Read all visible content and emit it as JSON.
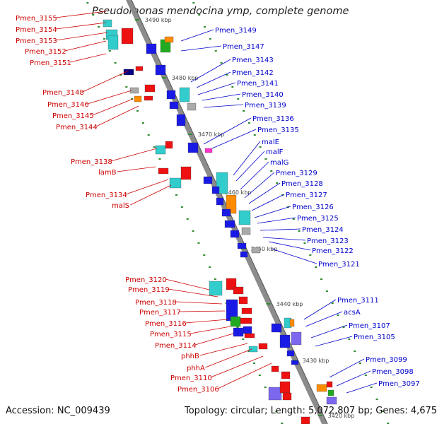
{
  "title": "Pseudomonas mendocina ymp, complete genome",
  "accession": "Accession: NC_009439",
  "topology": "Topology: circular; Length: 5,072,807 bp; Genes: 4,675",
  "colors": {
    "backbone": "#8c8c8c",
    "dots": "#2e8b2e",
    "left_label": "#cc0000",
    "right_label": "#0000cc",
    "red": "#ee1111",
    "blue": "#1a1ae6",
    "cyan": "#33cccc",
    "orange": "#ff8c00",
    "navy": "#000080",
    "magenta": "#ff33cc",
    "purple": "#7b68ee",
    "green": "#22aa22",
    "gray": "#a9a9a9"
  },
  "kbp_ticks": [
    "3490 kbp",
    "3480 kbp",
    "3470 kbp",
    "3460 kbp",
    "3450 kbp",
    "3440 kbp",
    "3430 kbp",
    "3420 kbp"
  ],
  "left_labels": [
    "Pmen_3155",
    "Pmen_3154",
    "Pmen_3153",
    "Pmen_3152",
    "Pmen_3151",
    "Pmen_3148",
    "Pmen_3146",
    "Pmen_3145",
    "Pmen_3144",
    "Pmen_3138",
    "lamB",
    "Pmen_3134",
    "malS",
    "Pmen_3120",
    "Pmen_3119",
    "Pmen_3118",
    "Pmen_3117",
    "Pmen_3116",
    "Pmen_3115",
    "Pmen_3114",
    "phhB",
    "phhA",
    "Pmen_3110",
    "Pmen_3106"
  ],
  "right_labels": [
    "Pmen_3149",
    "Pmen_3147",
    "Pmen_3143",
    "Pmen_3142",
    "Pmen_3141",
    "Pmen_3140",
    "Pmen_3139",
    "Pmen_3136",
    "Pmen_3135",
    "malE",
    "malF",
    "malG",
    "Pmen_3129",
    "Pmen_3128",
    "Pmen_3127",
    "Pmen_3126",
    "Pmen_3125",
    "Pmen_3124",
    "Pmen_3123",
    "Pmen_3122",
    "Pmen_3121",
    "Pmen_3111",
    "acsA",
    "Pmen_3107",
    "Pmen_3105",
    "Pmen_3099",
    "Pmen_3098",
    "Pmen_3097"
  ]
}
